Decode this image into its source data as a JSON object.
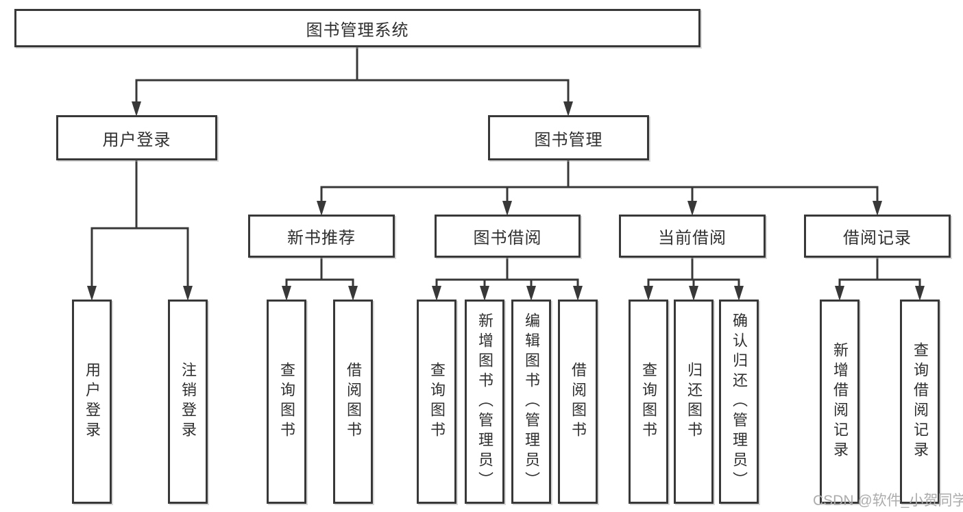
{
  "diagram": {
    "type": "tree",
    "colors": {
      "line": "#383838",
      "box_border": "#383838",
      "text": "#2f2f2f",
      "background": "#ffffff",
      "watermark": "#acacac"
    },
    "tree": {
      "label": "图书管理系统",
      "children": [
        {
          "label": "用户登录",
          "children": [
            {
              "label": "用户登录"
            },
            {
              "label": "注销登录"
            }
          ]
        },
        {
          "label": "图书管理",
          "children": [
            {
              "label": "新书推荐",
              "children": [
                {
                  "label": "查询图书"
                },
                {
                  "label": "借阅图书"
                }
              ]
            },
            {
              "label": "图书借阅",
              "children": [
                {
                  "label": "查询图书"
                },
                {
                  "label": "新增图书（管理员）"
                },
                {
                  "label": "编辑图书（管理员）"
                },
                {
                  "label": "借阅图书"
                }
              ]
            },
            {
              "label": "当前借阅",
              "children": [
                {
                  "label": "查询图书"
                },
                {
                  "label": "归还图书"
                },
                {
                  "label": "确认归还（管理员）"
                }
              ]
            },
            {
              "label": "借阅记录",
              "children": [
                {
                  "label": "新增借阅记录"
                },
                {
                  "label": "查询借阅记录"
                }
              ]
            }
          ]
        }
      ]
    },
    "watermark": "CSDN @软件_小贺同学"
  }
}
